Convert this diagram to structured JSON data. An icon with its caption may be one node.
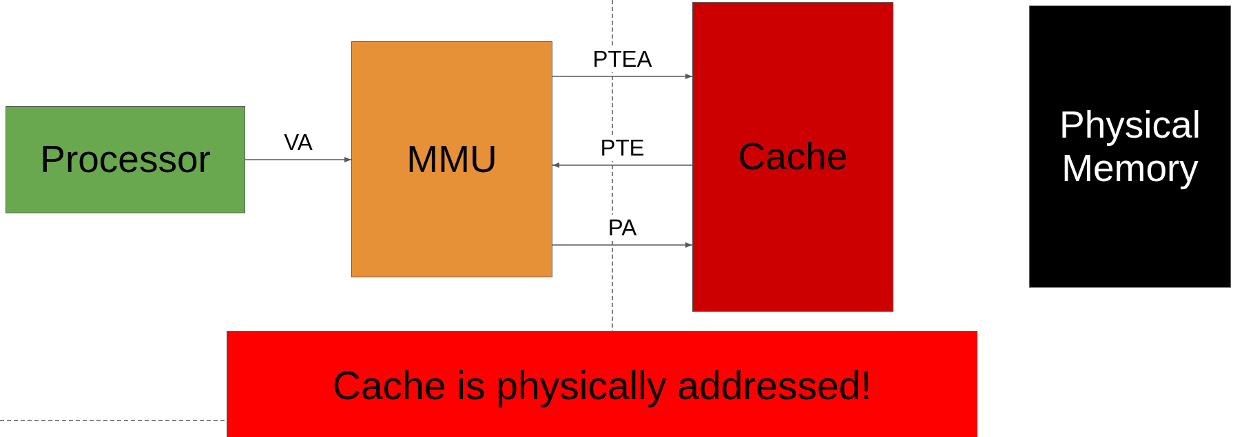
{
  "diagram": {
    "nodes": [
      {
        "text": [
          "Processor"
        ]
      },
      {
        "text": [
          "MMU"
        ]
      },
      {
        "text": [
          "Cache"
        ]
      },
      {
        "text": [
          "Physical Memory"
        ]
      },
      {
        "text": [
          "Cache is physically addressed!"
        ]
      }
    ],
    "edges": [
      {
        "from": 0,
        "to": 1,
        "arrow": "to",
        "label": "VA"
      },
      {
        "from": 1,
        "to": 2,
        "arrow": "to",
        "label": "PTEA"
      },
      {
        "from": 2,
        "to": 1,
        "arrow": "to",
        "label": "PTE"
      },
      {
        "from": 1,
        "to": 2,
        "arrow": "to",
        "label": "PA"
      }
    ]
  }
}
